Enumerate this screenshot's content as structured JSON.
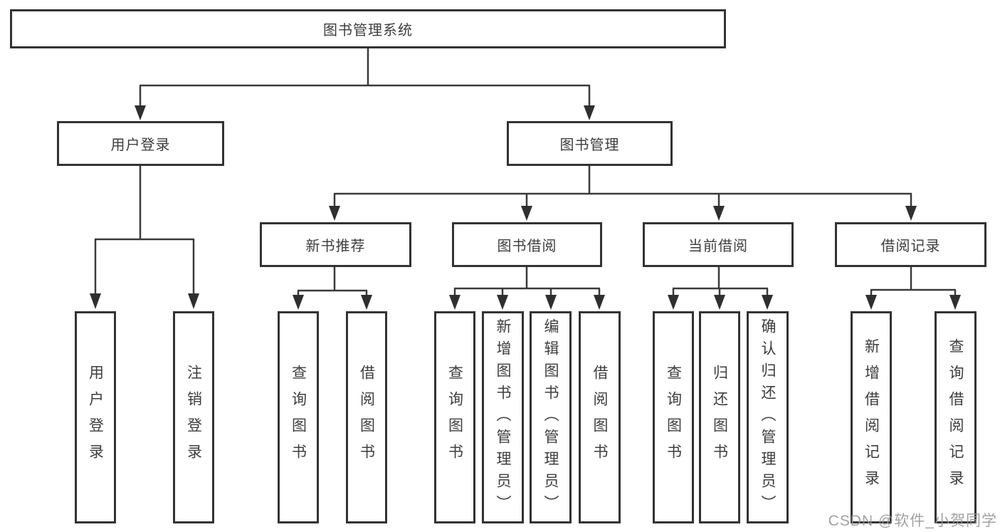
{
  "diagram": {
    "root": {
      "label": "图书管理系统"
    },
    "branches": [
      {
        "label": "用户登录",
        "children": [
          {
            "label": "用户登录"
          },
          {
            "label": "注销登录"
          }
        ]
      },
      {
        "label": "图书管理",
        "children": [
          {
            "label": "新书推荐",
            "children": [
              {
                "label": "查询图书"
              },
              {
                "label": "借阅图书"
              }
            ]
          },
          {
            "label": "图书借阅",
            "children": [
              {
                "label": "查询图书"
              },
              {
                "label": "新增图书（管理员）"
              },
              {
                "label": "编辑图书（管理员）"
              },
              {
                "label": "借阅图书"
              }
            ]
          },
          {
            "label": "当前借阅",
            "children": [
              {
                "label": "查询图书"
              },
              {
                "label": "归还图书"
              },
              {
                "label": "确认归还（管理员）"
              }
            ]
          },
          {
            "label": "借阅记录",
            "children": [
              {
                "label": "新增借阅记录"
              },
              {
                "label": "查询借阅记录"
              }
            ]
          }
        ]
      }
    ]
  },
  "watermark": {
    "text": "CSDN @软件_小贺同学"
  },
  "colors": {
    "line": "#3a3a3a",
    "arrow": "#2f2f2f",
    "border": "#333333",
    "text": "#3d3d3d",
    "watermark": "#949494",
    "background": "#ffffff"
  }
}
